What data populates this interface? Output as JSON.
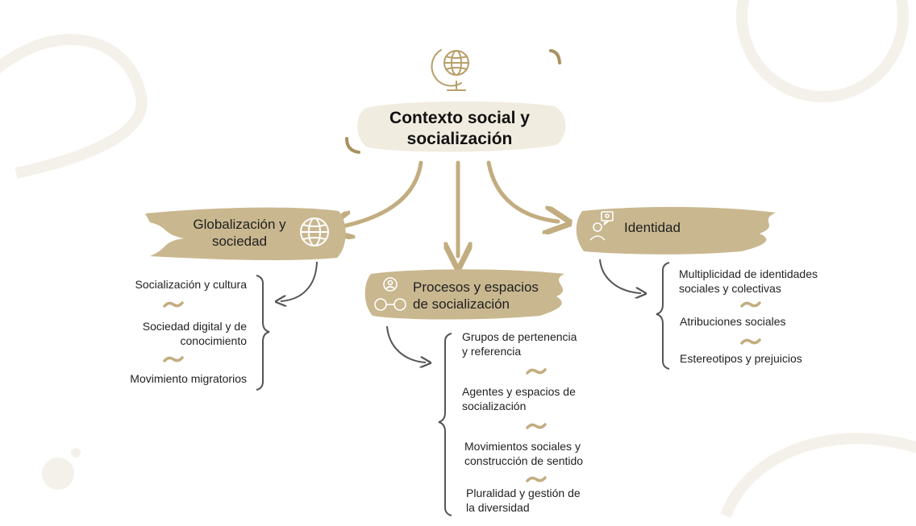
{
  "colors": {
    "accent": "#c2ad80",
    "accent_light": "#e9e2d2",
    "pale": "#f4f1ea",
    "line": "#555555",
    "text": "#1f1f1f"
  },
  "center": {
    "title_line1": "Contexto social y",
    "title_line2": "socialización",
    "icon": "globe-stand-icon"
  },
  "branches": {
    "globalizacion": {
      "title_line1": "Globalización y",
      "title_line2": "sociedad",
      "icon": "globe-icon",
      "items": [
        {
          "line1": "Socialización y cultura"
        },
        {
          "line1": "Sociedad digital y de",
          "line2": "conocimiento"
        },
        {
          "line1": "Movimiento migratorios"
        }
      ]
    },
    "procesos": {
      "title_line1": "Procesos y espacios",
      "title_line2": "de socialización",
      "icon": "people-network-icon",
      "items": [
        {
          "line1": "Grupos de pertenencia",
          "line2": "y referencia"
        },
        {
          "line1": "Agentes y espacios de",
          "line2": "socialización"
        },
        {
          "line1": "Movimientos sociales y",
          "line2": "construcción de sentido"
        },
        {
          "line1": "Pluralidad y gestión de",
          "line2": "la diversidad"
        }
      ]
    },
    "identidad": {
      "title": "Identidad",
      "icon": "person-idea-icon",
      "items": [
        {
          "line1": "Multiplicidad de identidades",
          "line2": "sociales y colectivas"
        },
        {
          "line1": "Atribuciones sociales"
        },
        {
          "line1": "Estereotipos y prejuicios"
        }
      ]
    }
  }
}
